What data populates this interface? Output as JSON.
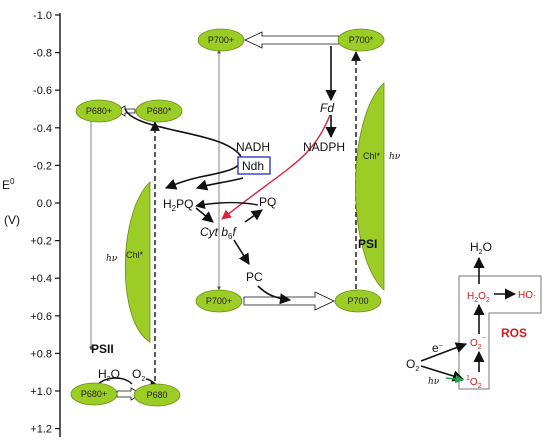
{
  "axis": {
    "title": "E",
    "title_superscript": "0",
    "unit": "(V)",
    "ticks": [
      "-1.0",
      "-0.8",
      "-0.6",
      "-0.4",
      "-0.2",
      "0.0",
      "+0.2",
      "+0.4",
      "+0.6",
      "+0.8",
      "+1.0",
      "+1.2"
    ]
  },
  "nodes": {
    "p680_plus_top": "P680+",
    "p680_star_top": "P680*",
    "p680_plus_bottom": "P680+",
    "p680_bottom": "P680",
    "p700_plus_top": "P700+",
    "p700_star_top": "P700*",
    "p700_plus_bottom": "P700+",
    "p700_bottom": "P700"
  },
  "labels": {
    "chl_star": "Chl*",
    "hv": "hν",
    "psii": "PSII",
    "psi": "PSI",
    "nadh": "NADH",
    "ndh": "Ndh",
    "nadph": "NADPH",
    "fd": "Fd",
    "h2pq_main": "H",
    "h2pq_sub": "2",
    "h2pq_tail": "PQ",
    "pq": "PQ",
    "cyt_main": "Cyt",
    "cyt_b": " b",
    "cyt_sub": "6",
    "cyt_f": "f",
    "pc": "PC",
    "h2o_main": "H",
    "h2o_sub": "2",
    "h2o_tail": "O",
    "o2_main": "O",
    "o2_sub": "2"
  },
  "ros": {
    "title": "ROS",
    "water": "H2O",
    "h2o2": "H2O2",
    "ho": "HO·",
    "superoxide": "O2⁻",
    "singlet": "¹O2",
    "oxygen": "O2",
    "electron": "e⁻",
    "light": "hν"
  },
  "colors": {
    "leaf_green": "#9ccc26",
    "leaf_stroke": "#6a8c10",
    "ndh_box": "#2f3bbf",
    "fd_red_path": "#d8243a",
    "ros_red": "#d21b1b",
    "light_arrow_green": "#1fa64a"
  }
}
